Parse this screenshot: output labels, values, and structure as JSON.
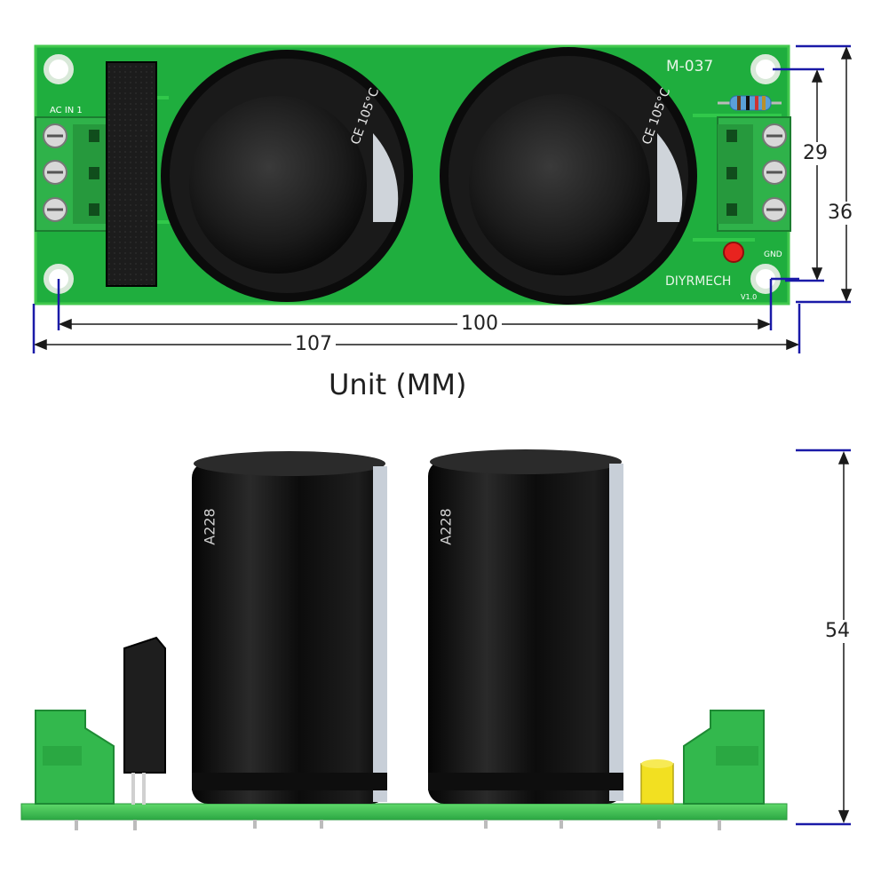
{
  "unit_label": "Unit (MM)",
  "dimensions": {
    "length_inner": "100",
    "length_outer": "107",
    "width_holes": "29",
    "width_outer": "36",
    "height": "54"
  },
  "board_text": {
    "model": "M-037",
    "brand": "DIYRMECH",
    "ac_in": "AC IN 1",
    "gnd": "GND",
    "version": "V1.0",
    "cap_rating": "CE 105°C",
    "cap_code": "A228"
  },
  "colors": {
    "pcb": "#1fae3e",
    "pcb_edge": "#4fd24f",
    "terminal": "#2fb24a",
    "capacitor": "#111111",
    "dimension_marker": "#1a1aa8",
    "dimension_line": "#1a1a1a",
    "led": "#e8231f"
  }
}
